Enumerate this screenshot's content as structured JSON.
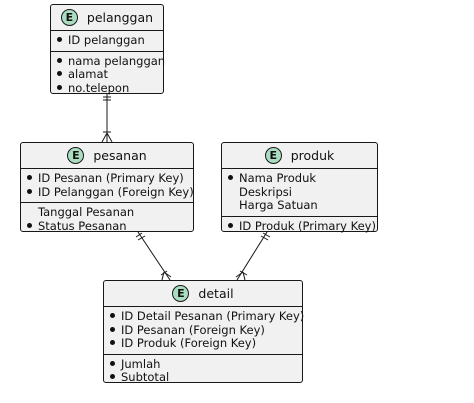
{
  "entities": {
    "pelanggan": {
      "badge": "E",
      "name": "pelanggan",
      "keys": [
        "ID pelanggan"
      ],
      "attrs": [
        "nama pelanggan",
        "alamat",
        "no.telepon"
      ]
    },
    "pesanan": {
      "badge": "E",
      "name": "pesanan",
      "keys": [
        "ID Pesanan (Primary Key)",
        "ID Pelanggan (Foreign Key)"
      ],
      "attrs": [
        "Tanggal Pesanan",
        "Status Pesanan"
      ]
    },
    "produk": {
      "badge": "E",
      "name": "produk",
      "keys": [
        "Nama Produk",
        "Deskripsi",
        "Harga Satuan"
      ],
      "attrs": [
        "ID Produk (Primary Key)"
      ]
    },
    "detail": {
      "badge": "E",
      "name": "detail",
      "keys": [
        "ID Detail Pesanan (Primary Key)",
        "ID Pesanan (Foreign Key)",
        "ID Produk (Foreign Key)"
      ],
      "attrs": [
        "Jumlah",
        "Subtotal"
      ]
    }
  },
  "relationships": [
    {
      "from": "pelanggan",
      "to": "pesanan",
      "from_card": "exactly-one",
      "to_card": "one-or-many"
    },
    {
      "from": "pesanan",
      "to": "detail",
      "from_card": "exactly-one",
      "to_card": "one-or-many"
    },
    {
      "from": "produk",
      "to": "detail",
      "from_card": "exactly-one",
      "to_card": "one-or-many"
    }
  ]
}
